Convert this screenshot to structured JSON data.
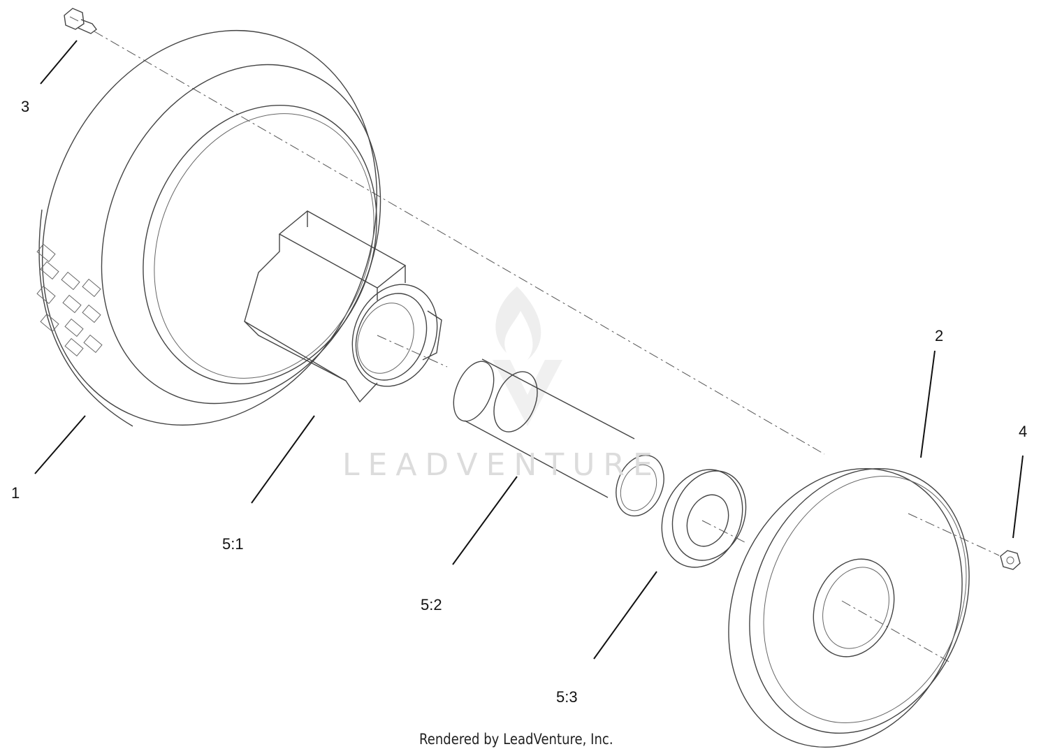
{
  "callouts": {
    "c1": "1",
    "c2": "2",
    "c3": "3",
    "c4": "4",
    "c5_1": "5:1",
    "c5_2": "5:2",
    "c5_3": "5:3"
  },
  "footer": "Rendered by LeadVenture, Inc.",
  "watermark": "LEADVENTURE",
  "colors": {
    "line": "#444444",
    "watermark": "#dcdcdc"
  }
}
